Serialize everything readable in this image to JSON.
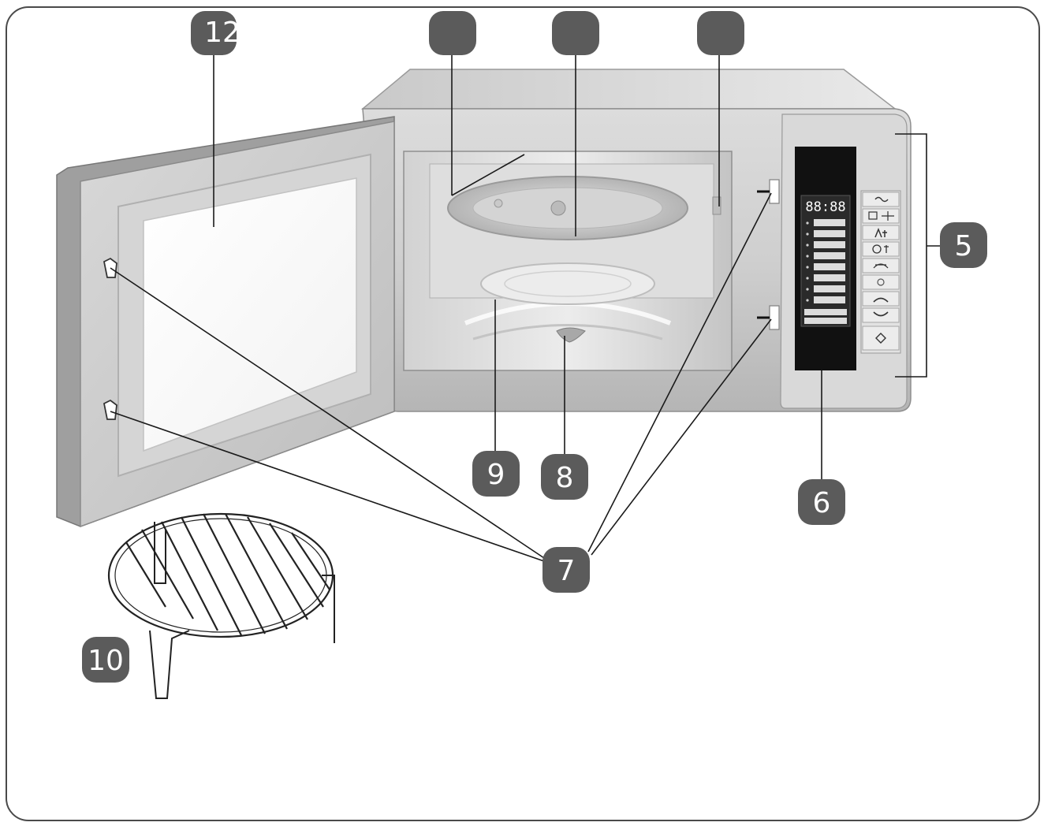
{
  "diagram": {
    "colors": {
      "badge": "#5b5b5b",
      "leader": "#1a1a1a",
      "frame": "#4a4a4a",
      "metal_light": "#e6e6e6",
      "metal_mid": "#cfcfcf",
      "metal_dark": "#a8a8a8",
      "panel_dark": "#111111"
    },
    "display": {
      "readout": "88:88"
    },
    "callouts": [
      {
        "id": "door",
        "label": "12"
      },
      {
        "id": "top-left",
        "label": ""
      },
      {
        "id": "top-middle",
        "label": ""
      },
      {
        "id": "top-right",
        "label": ""
      },
      {
        "id": "control-panel",
        "label": "5"
      },
      {
        "id": "display",
        "label": "6"
      },
      {
        "id": "latches",
        "label": "7"
      },
      {
        "id": "coupler",
        "label": "8"
      },
      {
        "id": "roller-ring",
        "label": "9"
      },
      {
        "id": "rack",
        "label": "10"
      }
    ],
    "panel_button_icons": [
      "microwave-icon",
      "weight-defrost-icon",
      "auto-cook-icon",
      "clock-icon",
      "grill-icon",
      "stop-icon",
      "chevron-up-icon",
      "chevron-down-icon",
      "start-icon"
    ]
  }
}
